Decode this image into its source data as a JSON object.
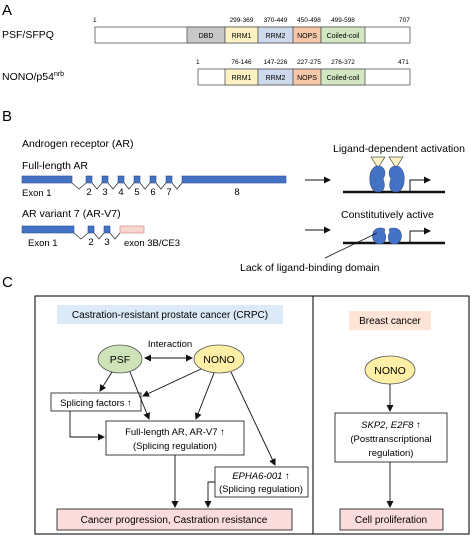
{
  "panel_a": {
    "letter": "A",
    "psf": {
      "name": "PSF/SFPQ",
      "start": "1",
      "end": "707",
      "domains": [
        {
          "label": "DBD",
          "range": "",
          "color": "#c8c8c8"
        },
        {
          "label": "RRM1",
          "range": "299-369",
          "color": "#fdf2c4"
        },
        {
          "label": "RRM2",
          "range": "370-449",
          "color": "#cdd9ec"
        },
        {
          "label": "NOPS",
          "range": "450-498",
          "color": "#f6c7a8"
        },
        {
          "label": "Coiled-coil",
          "range": "499-598",
          "color": "#d4e7c3"
        }
      ]
    },
    "nono": {
      "name": "NONO/p54",
      "name_sup": "nrb",
      "start": "1",
      "end": "471",
      "domains": [
        {
          "label": "RRM1",
          "range": "76-146",
          "color": "#fdf2c4"
        },
        {
          "label": "RRM2",
          "range": "147-226",
          "color": "#cdd9ec"
        },
        {
          "label": "NOPS",
          "range": "227-275",
          "color": "#f6c7a8"
        },
        {
          "label": "Coiled-coil",
          "range": "276-372",
          "color": "#d4e7c3"
        }
      ]
    }
  },
  "panel_b": {
    "letter": "B",
    "title": "Androgen receptor (AR)",
    "full_length": {
      "label": "Full-length AR",
      "exon1": "Exon 1",
      "exons": [
        "2",
        "3",
        "4",
        "5",
        "6",
        "7",
        "8"
      ]
    },
    "variant": {
      "label": "AR variant 7 (AR-V7)",
      "exon1": "Exon 1",
      "exons": [
        "2",
        "3"
      ],
      "cryptic": "exon 3B/CE3"
    },
    "ligand_dependent": "Ligand-dependent activation",
    "constitutive": "Constitutively active",
    "lack_lbd": "Lack of ligand-binding domain",
    "colors": {
      "exon": "#4472c4",
      "cryptic": "#f8d7cf",
      "ligand": "#fdf2c4"
    }
  },
  "panel_c": {
    "letter": "C",
    "crpc_title": "Castration-resistant prostate cancer (CRPC)",
    "breast_title": "Breast cancer",
    "psf": "PSF",
    "nono": "NONO",
    "interaction": "Interaction",
    "splicing_factors": "Splicing factors ↑",
    "ar_box_line1": "Full-length AR, AR-V7 ↑",
    "ar_box_line2": "(Splicing regulation)",
    "epha6_line1": "EPHA6-001 ↑",
    "epha6_line2": "(Splicing regulation)",
    "progression": "Cancer progression, Castration resistance",
    "breast_nono": "NONO",
    "skp2_line1": "SKP2, E2F8 ↑",
    "skp2_line2": "(Posttranscriptional",
    "skp2_line3": "regulation)",
    "proliferation": "Cell proliferation",
    "colors": {
      "title_bg": "#dce9f7",
      "breast_bg": "#fde4d6",
      "psf": "#cfe3b8",
      "nono": "#fdf0a6",
      "outcome": "#fbdcdc"
    }
  }
}
